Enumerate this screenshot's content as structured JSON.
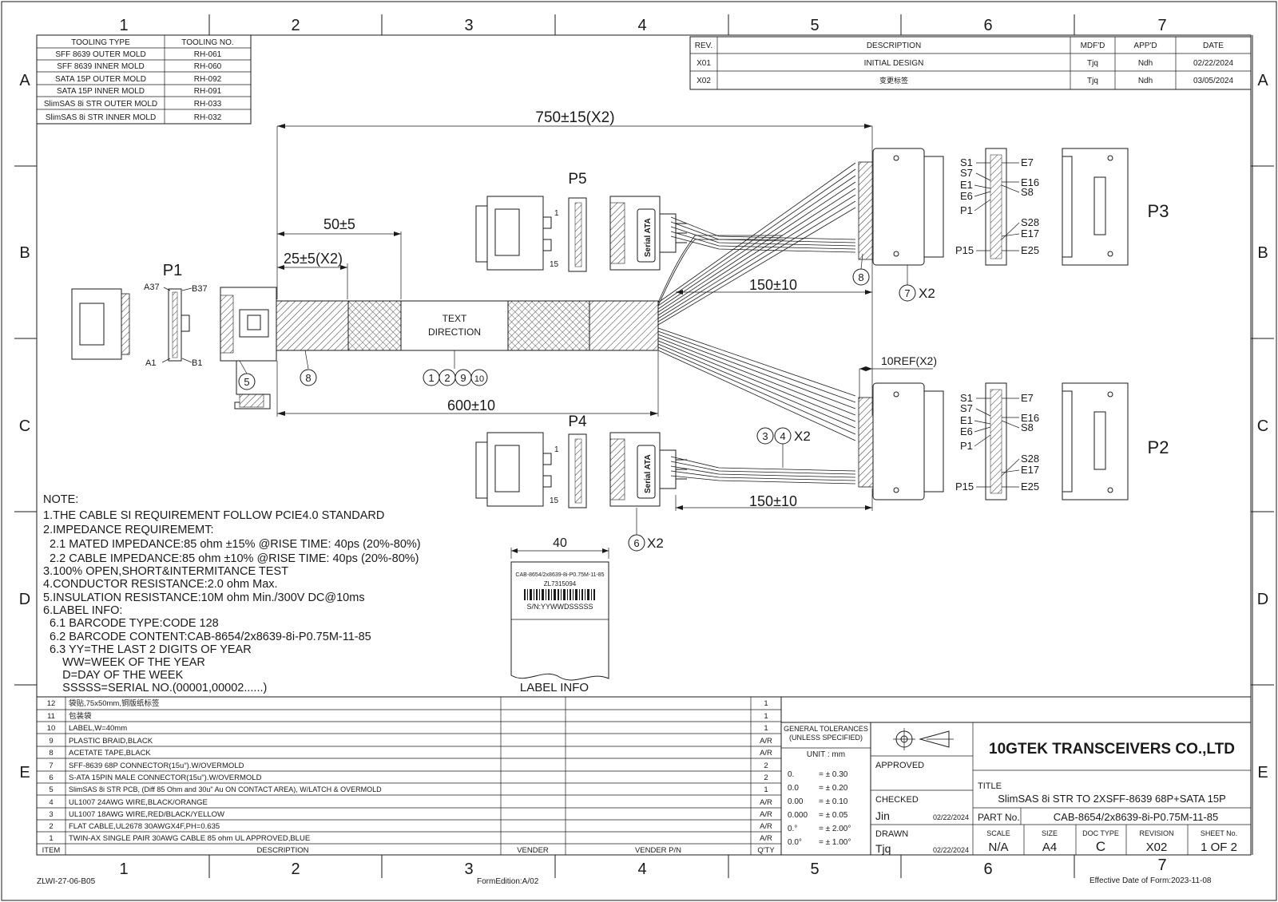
{
  "grid": {
    "columns": [
      "1",
      "2",
      "3",
      "4",
      "5",
      "6",
      "7"
    ],
    "rows": [
      "A",
      "B",
      "C",
      "D",
      "E"
    ]
  },
  "tooling": {
    "headers": [
      "TOOLING TYPE",
      "TOOLING NO."
    ],
    "rows": [
      [
        "SFF 8639 OUTER MOLD",
        "RH-061"
      ],
      [
        "SFF 8639 INNER MOLD",
        "RH-060"
      ],
      [
        "SATA 15P OUTER MOLD",
        "RH-092"
      ],
      [
        "SATA 15P INNER MOLD",
        "RH-091"
      ],
      [
        "SlimSAS 8i STR OUTER MOLD",
        "RH-033"
      ],
      [
        "SlimSAS 8i STR INNER MOLD",
        "RH-032"
      ]
    ]
  },
  "revisions": {
    "headers": [
      "REV.",
      "DESCRIPTION",
      "MDF'D",
      "APP'D",
      "DATE"
    ],
    "rows": [
      [
        "X01",
        "INITIAL DESIGN",
        "Tjq",
        "Ndh",
        "02/22/2024"
      ],
      [
        "X02",
        "变更标签",
        "Tjq",
        "Ndh",
        "03/05/2024"
      ]
    ]
  },
  "drawing": {
    "dims": {
      "overall": "750±15(X2)",
      "d50": "50±5",
      "d25": "25±5(X2)",
      "d150a": "150±10",
      "d150b": "150±10",
      "d600": "600±10",
      "ref10": "10REF(X2)",
      "d40": "40"
    },
    "labels": {
      "p1": "P1",
      "p2": "P2",
      "p3": "P3",
      "p4": "P4",
      "p5": "P5",
      "a37": "A37",
      "b37": "B37",
      "a1": "A1",
      "b1": "B1",
      "pin1": "1",
      "pin15": "15",
      "text_direction_1": "TEXT",
      "text_direction_2": "DIRECTION",
      "serial_ata": "Serial ATA",
      "balloon_1": "1",
      "balloon_2": "2",
      "balloon_9": "9",
      "balloon_10": "10",
      "balloon_3": "3",
      "balloon_4": "4",
      "balloon_5": "5",
      "balloon_6": "6",
      "balloon_7": "7",
      "balloon_8": "8",
      "x2": "X2",
      "label_info": "LABEL INFO"
    },
    "sff_pins": [
      "S1",
      "S7",
      "E1",
      "E6",
      "P1",
      "P15",
      "E7",
      "E16",
      "S8",
      "S28",
      "E17",
      "E25"
    ],
    "label_sample": {
      "part": "CAB-8654/2x8639-8i-P0.75M-11-85",
      "code": "ZL7315094",
      "sn": "S/N:YYWWDSSSSS"
    }
  },
  "notes": {
    "title": "NOTE:",
    "lines": [
      "1.THE CABLE SI REQUIREMENT FOLLOW PCIE4.0 STANDARD",
      "2.IMPEDANCE REQUIREMEMT:",
      "  2.1 MATED IMPEDANCE:85 ohm ±15% @RISE TIME: 40ps (20%-80%)",
      "  2.2 CABLE IMPEDANCE:85 ohm ±10% @RISE TIME: 40ps (20%-80%)",
      "3.100% OPEN,SHORT&INTERMITANCE TEST",
      "4.CONDUCTOR RESISTANCE:2.0 ohm Max.",
      "5.INSULATION RESISTANCE:10M ohm Min./300V DC@10ms",
      "6.LABEL INFO:",
      "  6.1 BARCODE TYPE:CODE 128",
      "  6.2 BARCODE CONTENT:CAB-8654/2x8639-8i-P0.75M-11-85",
      "  6.3 YY=THE LAST 2 DIGITS OF YEAR",
      "      WW=WEEK OF THE YEAR",
      "      D=DAY OF THE WEEK",
      "      SSSSS=SERIAL NO.(00001,00002......)"
    ]
  },
  "bom": {
    "headers": [
      "ITEM",
      "DESCRIPTION",
      "VENDER",
      "VENDER P/N",
      "Q'TY"
    ],
    "rows": [
      [
        "12",
        "袋贴,75x50mm,铜版纸标签",
        "",
        "",
        "1"
      ],
      [
        "11",
        "包装袋",
        "",
        "",
        "1"
      ],
      [
        "10",
        "LABEL,W=40mm",
        "",
        "",
        "1"
      ],
      [
        "9",
        "PLASTIC BRAID,BLACK",
        "",
        "",
        "A/R"
      ],
      [
        "8",
        "ACETATE TAPE,BLACK",
        "",
        "",
        "A/R"
      ],
      [
        "7",
        "SFF-8639 68P CONNECTOR(15u\").W/OVERMOLD",
        "",
        "",
        "2"
      ],
      [
        "6",
        "S-ATA 15PIN MALE CONNECTOR(15u\").W/OVERMOLD",
        "",
        "",
        "2"
      ],
      [
        "5",
        "SlimSAS 8i STR PCB, (Diff 85 Ohm and 30u\" Au ON CONTACT AREA), W/LATCH & OVERMOLD",
        "",
        "",
        "1"
      ],
      [
        "4",
        "UL1007 24AWG WIRE,BLACK/ORANGE",
        "",
        "",
        "A/R"
      ],
      [
        "3",
        "UL1007 18AWG WIRE,RED/BLACK/YELLOW",
        "",
        "",
        "A/R"
      ],
      [
        "2",
        "FLAT CABLE,UL2678 30AWGX4F,PH=0.635",
        "",
        "",
        "A/R"
      ],
      [
        "1",
        "TWIN-AX SINGLE PAIR 30AWG CABLE 85 ohm UL APPROVED,BLUE",
        "",
        "",
        "A/R"
      ]
    ]
  },
  "tolerances": {
    "title1": "GENERAL TOLERANCES",
    "title2": "(UNLESS SPECIFIED)",
    "unit": "UNIT : mm",
    "rows": [
      [
        "0.",
        "= ± 0.30"
      ],
      [
        "0.0",
        "= ± 0.20"
      ],
      [
        "0.00",
        "= ± 0.10"
      ],
      [
        "0.000",
        "= ± 0.05"
      ],
      [
        "0.°",
        "= ± 2.00°"
      ],
      [
        "0.0°",
        "= ± 1.00°"
      ]
    ]
  },
  "titleblock": {
    "company": "10GTEK TRANSCEIVERS CO.,LTD",
    "approved": "APPROVED",
    "checked": "CHECKED",
    "checked_by": "Jin",
    "checked_date": "02/22/2024",
    "drawn": "DRAWN",
    "drawn_by": "Tjq",
    "drawn_date": "02/22/2024",
    "title_label": "TITLE",
    "title": "SlimSAS 8i STR TO 2XSFF-8639 68P+SATA 15P",
    "part_label": "PART No.",
    "part": "CAB-8654/2x8639-8i-P0.75M-11-85",
    "fields": [
      [
        "SCALE",
        "N/A"
      ],
      [
        "SIZE",
        "A4"
      ],
      [
        "DOC TYPE",
        "C"
      ],
      [
        "REVISION",
        "X02"
      ],
      [
        "SHEET No.",
        "1 OF 2"
      ]
    ]
  },
  "footer": {
    "left": "ZLWI-27-06-B05",
    "form": "FormEdition:A/02",
    "effective": "Effective Date of Form:2023-11-08"
  }
}
